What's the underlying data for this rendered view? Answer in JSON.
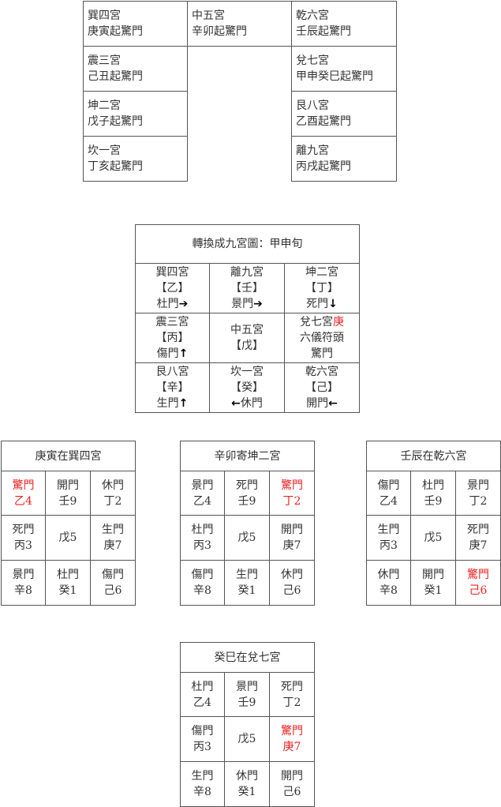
{
  "top_table": {
    "cells": [
      {
        "palace": "巽四宮",
        "text": "庚寅起驚門"
      },
      {
        "palace": "中五宮",
        "text": "辛卯起驚門"
      },
      {
        "palace": "乾六宮",
        "text": "壬辰起驚門"
      },
      {
        "palace": "震三宮",
        "text": "己丑起驚門"
      },
      {
        "palace": "兌七宮",
        "text": "甲申癸巳起驚門"
      },
      {
        "palace": "坤二宮",
        "text": "戊子起驚門"
      },
      {
        "palace": "艮八宮",
        "text": "乙酉起驚門"
      },
      {
        "palace": "坎一宮",
        "text": "丁亥起驚門"
      },
      {
        "palace": "離九宮",
        "text": "丙戌起驚門"
      }
    ]
  },
  "nine_palace": {
    "title": "轉換成九宮圖：甲申旬",
    "cells": [
      {
        "palace": "巽四宮",
        "stem": "【乙】",
        "door": "杜門",
        "arrow": "➜"
      },
      {
        "palace": "離九宮",
        "stem": "【壬】",
        "door": "景門",
        "arrow": "➜"
      },
      {
        "palace": "坤二宮",
        "stem": "【丁】",
        "door": "死門",
        "arrow": "🡓"
      },
      {
        "palace": "震三宮",
        "stem": "【丙】",
        "door": "傷門",
        "arrow": "🡑"
      },
      {
        "palace": "中五宮",
        "stem": "【戊】"
      },
      {
        "palace": "兌七宮",
        "palace_red": "庚",
        "stem": "六儀符頭",
        "door": "驚門"
      },
      {
        "palace": "艮八宮",
        "stem": "【辛】",
        "door": "生門",
        "arrow": "🡑"
      },
      {
        "palace": "坎一宮",
        "stem": "【癸】",
        "door": "休門",
        "arrow": "🡐"
      },
      {
        "palace": "乾六宮",
        "stem": "【己】",
        "door": "開門",
        "arrow": "🡐"
      }
    ]
  },
  "grids": [
    {
      "title": "庚寅在巽四宮",
      "cells": [
        {
          "door": "驚門",
          "stem": "乙4",
          "highlight": true
        },
        {
          "door": "開門",
          "stem": "壬9"
        },
        {
          "door": "休門",
          "stem": "丁2"
        },
        {
          "door": "死門",
          "stem": "丙3"
        },
        {
          "door": "",
          "stem": "戊5"
        },
        {
          "door": "生門",
          "stem": "庚7"
        },
        {
          "door": "景門",
          "stem": "辛8"
        },
        {
          "door": "杜門",
          "stem": "癸1"
        },
        {
          "door": "傷門",
          "stem": "己6"
        }
      ]
    },
    {
      "title": "辛卯寄坤二宮",
      "cells": [
        {
          "door": "景門",
          "stem": "乙4"
        },
        {
          "door": "死門",
          "stem": "壬9"
        },
        {
          "door": "驚門",
          "stem": "丁2",
          "highlight": true
        },
        {
          "door": "杜門",
          "stem": "丙3"
        },
        {
          "door": "",
          "stem": "戊5"
        },
        {
          "door": "開門",
          "stem": "庚7"
        },
        {
          "door": "傷門",
          "stem": "辛8"
        },
        {
          "door": "生門",
          "stem": "癸1"
        },
        {
          "door": "休門",
          "stem": "己6"
        }
      ]
    },
    {
      "title": "壬辰在乾六宮",
      "cells": [
        {
          "door": "傷門",
          "stem": "乙4"
        },
        {
          "door": "杜門",
          "stem": "壬9"
        },
        {
          "door": "景門",
          "stem": "丁2"
        },
        {
          "door": "生門",
          "stem": "丙3"
        },
        {
          "door": "",
          "stem": "戊5"
        },
        {
          "door": "死門",
          "stem": "庚7"
        },
        {
          "door": "休門",
          "stem": "辛8"
        },
        {
          "door": "開門",
          "stem": "癸1"
        },
        {
          "door": "驚門",
          "stem": "己6",
          "highlight": true
        }
      ]
    },
    {
      "title": "癸巳在兌七宮",
      "cells": [
        {
          "door": "杜門",
          "stem": "乙4"
        },
        {
          "door": "景門",
          "stem": "壬9"
        },
        {
          "door": "死門",
          "stem": "丁2"
        },
        {
          "door": "傷門",
          "stem": "丙3"
        },
        {
          "door": "",
          "stem": "戊5"
        },
        {
          "door": "驚門",
          "stem": "庚7",
          "highlight": true
        },
        {
          "door": "生門",
          "stem": "辛8"
        },
        {
          "door": "休門",
          "stem": "癸1"
        },
        {
          "door": "開門",
          "stem": "己6"
        }
      ]
    }
  ],
  "colors": {
    "highlight": "#ee2222",
    "border": "#555555",
    "text": "#333333"
  }
}
